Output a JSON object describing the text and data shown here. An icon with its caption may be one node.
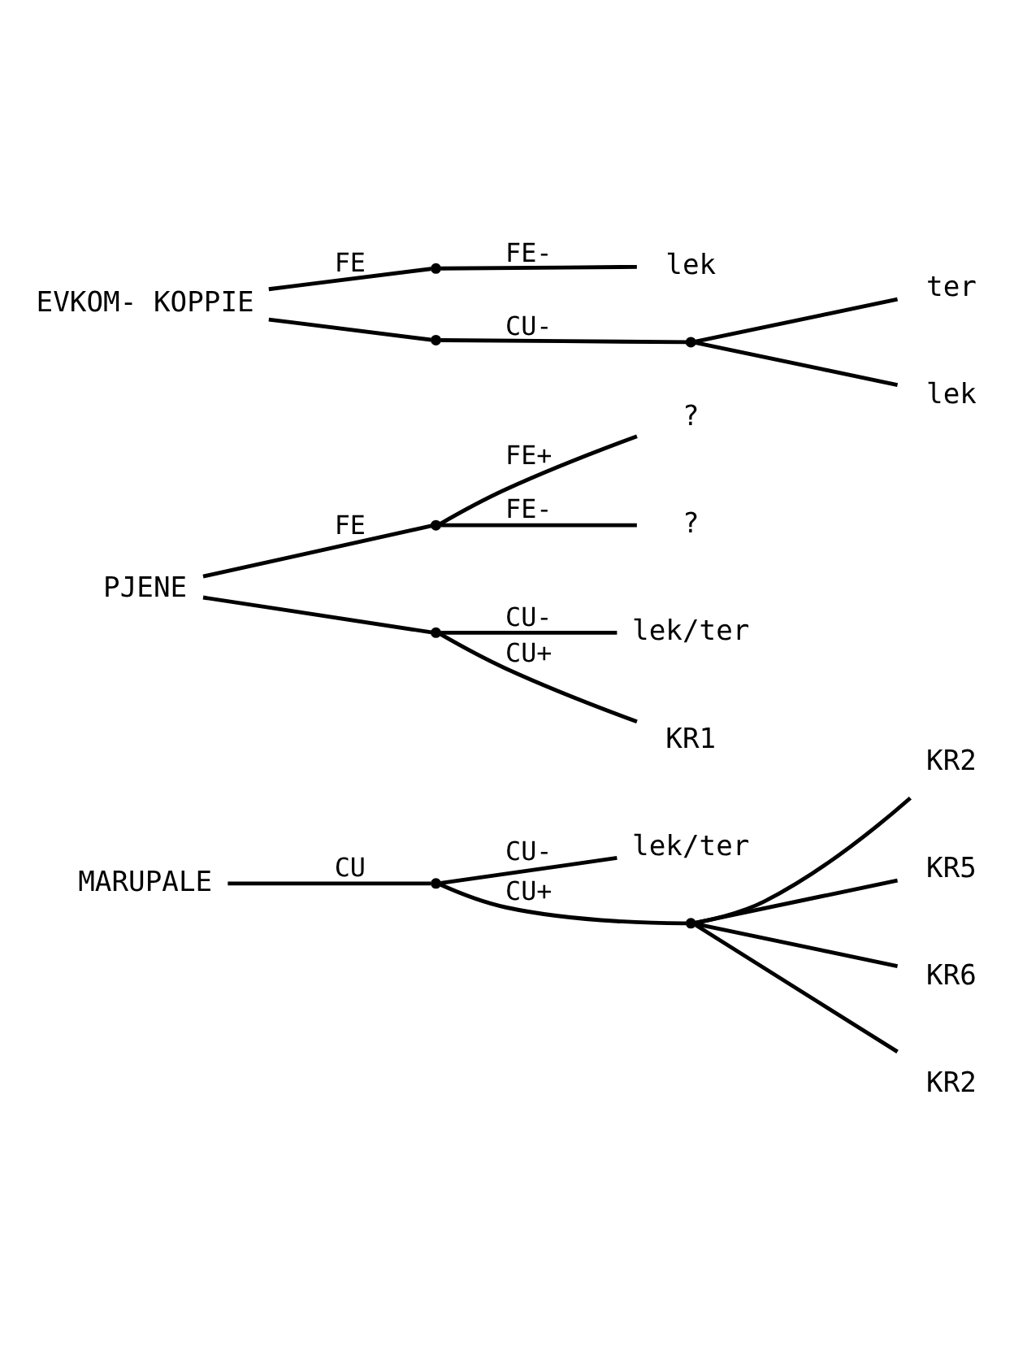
{
  "diagram": {
    "nodes": [
      {
        "text": [
          "MARUPALE"
        ]
      },
      {
        "text": [],
        "shape": "point"
      },
      {
        "text": [
          "lek/ter"
        ]
      },
      {
        "text": [],
        "shape": "point"
      },
      {
        "text": [
          "KR2"
        ]
      },
      {
        "text": [
          "KR5"
        ]
      },
      {
        "text": [
          "KR6"
        ]
      },
      {
        "text": [
          "KR2"
        ]
      },
      {
        "text": [
          "PJENE"
        ]
      },
      {
        "text": [],
        "shape": "point"
      },
      {
        "text": [
          "?"
        ]
      },
      {
        "text": [
          "?"
        ]
      },
      {
        "text": [],
        "shape": "point"
      },
      {
        "text": [
          "lek/ter"
        ]
      },
      {
        "text": [
          "KR1"
        ]
      },
      {
        "text": [
          "EVKOM- KOPPIE"
        ]
      },
      {
        "text": [],
        "shape": "point"
      },
      {
        "text": [
          "lek"
        ]
      },
      {
        "text": [],
        "shape": "point"
      },
      {
        "text": [],
        "shape": "point"
      },
      {
        "text": [
          "ter"
        ]
      },
      {
        "text": [
          "lek"
        ]
      }
    ],
    "edges": [
      {
        "from": 0,
        "to": 1,
        "arrow": "none",
        "label": "CU"
      },
      {
        "from": 1,
        "to": 2,
        "arrow": "none",
        "label": "CU-"
      },
      {
        "from": 1,
        "to": 3,
        "arrow": "none",
        "label": "CU+"
      },
      {
        "from": 3,
        "to": 4,
        "arrow": "none"
      },
      {
        "from": 3,
        "to": 5,
        "arrow": "none"
      },
      {
        "from": 3,
        "to": 6,
        "arrow": "none"
      },
      {
        "from": 3,
        "to": 7,
        "arrow": "none"
      },
      {
        "from": 8,
        "to": 9,
        "arrow": "none",
        "label": "FE"
      },
      {
        "from": 9,
        "to": 10,
        "arrow": "none",
        "label": "FE+"
      },
      {
        "from": 9,
        "to": 11,
        "arrow": "none",
        "label": "FE-"
      },
      {
        "from": 8,
        "to": 12,
        "arrow": "none"
      },
      {
        "from": 12,
        "to": 13,
        "arrow": "none",
        "label": "CU-"
      },
      {
        "from": 12,
        "to": 14,
        "arrow": "none",
        "label": "CU+"
      },
      {
        "from": 15,
        "to": 16,
        "arrow": "none",
        "label": "FE"
      },
      {
        "from": 16,
        "to": 17,
        "arrow": "none",
        "label": "FE-"
      },
      {
        "from": 15,
        "to": 18,
        "arrow": "none"
      },
      {
        "from": 18,
        "to": 19,
        "arrow": "none",
        "label": "CU-"
      },
      {
        "from": 19,
        "to": 20,
        "arrow": "none"
      },
      {
        "from": 19,
        "to": 21,
        "arrow": "none"
      }
    ]
  }
}
